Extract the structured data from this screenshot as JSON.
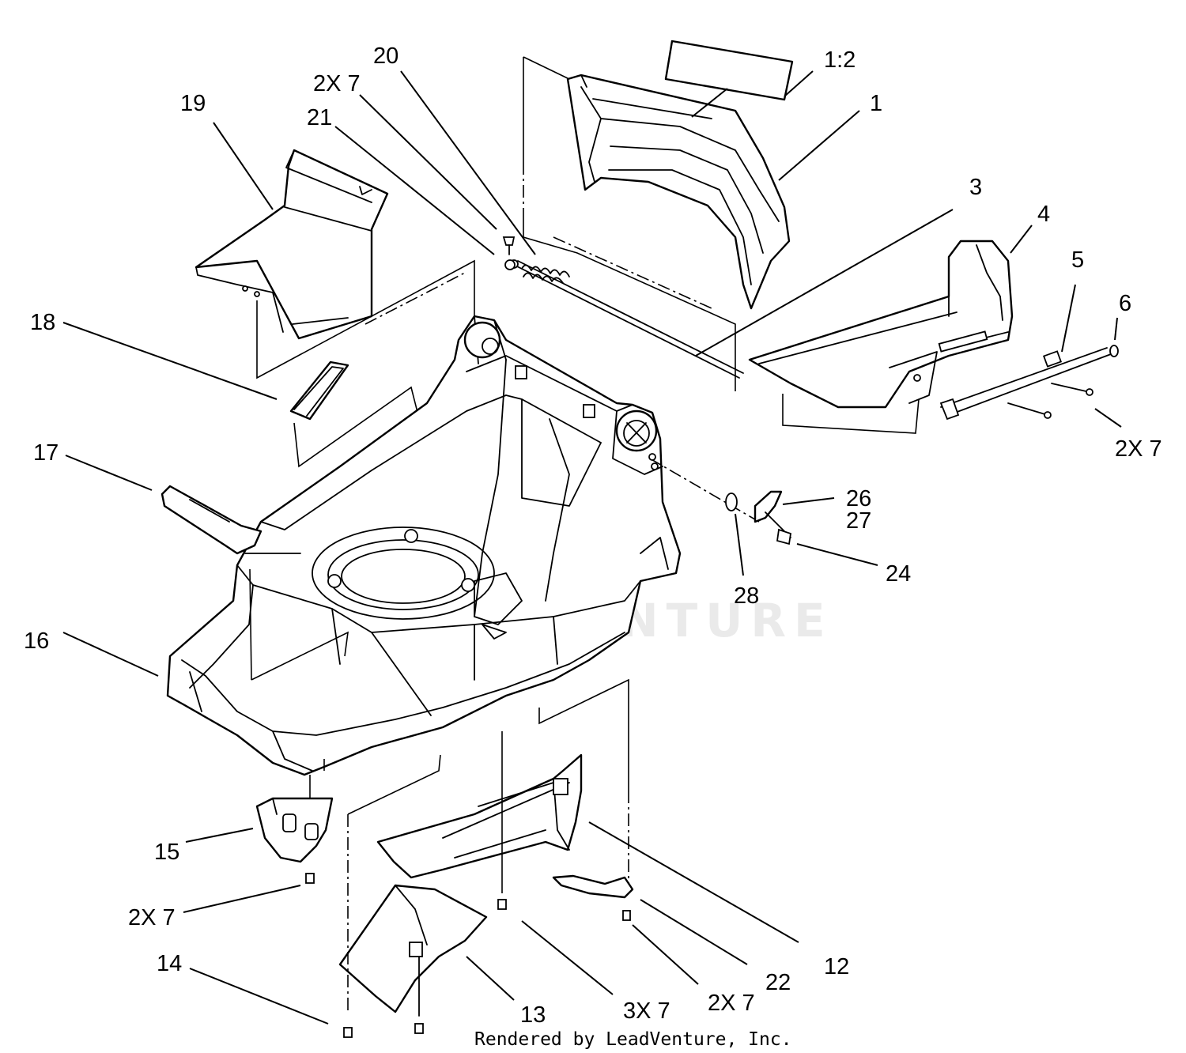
{
  "callouts": {
    "c_1_2": "1:2",
    "c_1": "1",
    "c_20": "20",
    "c_2x7_top": "2X 7",
    "c_21": "21",
    "c_19": "19",
    "c_3": "3",
    "c_4": "4",
    "c_5": "5",
    "c_6": "6",
    "c_2x7_right": "2X 7",
    "c_18": "18",
    "c_17": "17",
    "c_26": "26",
    "c_27": "27",
    "c_24": "24",
    "c_28": "28",
    "c_16": "16",
    "c_15": "15",
    "c_2x7_left": "2X 7",
    "c_14": "14",
    "c_13": "13",
    "c_3x7": "3X 7",
    "c_2x7_bottom": "2X 7",
    "c_22": "22",
    "c_12": "12"
  },
  "watermark": "LEADVENTURE",
  "footer": "Rendered by LeadVenture, Inc."
}
